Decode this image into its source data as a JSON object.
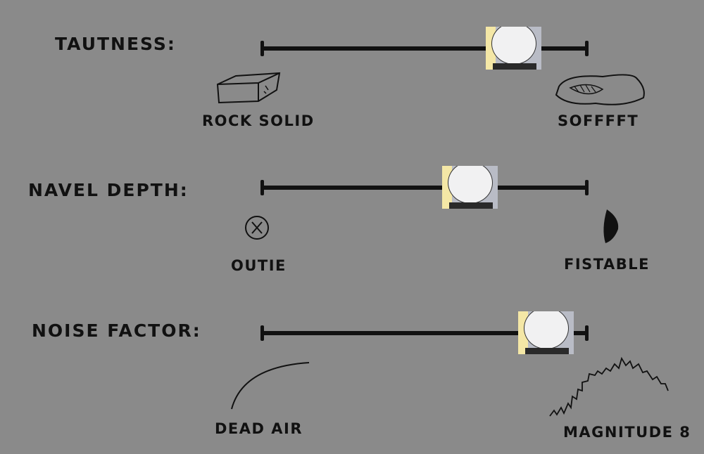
{
  "sliders": [
    {
      "label": "TAUTNESS:",
      "min_label": "ROCK SOLID",
      "max_label": "SOFFFFT",
      "value": 0.775,
      "min_icon": "brick-icon",
      "max_icon": "pillow-icon"
    },
    {
      "label": "NAVEL DEPTH:",
      "min_label": "OUTIE",
      "max_label": "FISTABLE",
      "value": 0.64,
      "min_icon": "outie-navel-icon",
      "max_icon": "deep-navel-icon"
    },
    {
      "label": "NOISE FACTOR:",
      "min_label": "DEAD AIR",
      "max_label": "MAGNITUDE 8",
      "value": 0.875,
      "min_icon": "flat-wave-icon",
      "max_icon": "rumble-wave-icon"
    }
  ],
  "colors": {
    "background": "#8a8a8a",
    "ink": "#111111"
  }
}
